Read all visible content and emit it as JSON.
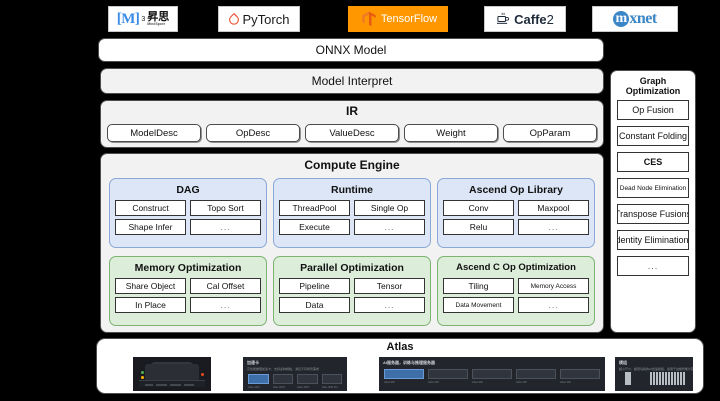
{
  "frameworks": [
    {
      "name": "mindspore",
      "label": "MindSpore",
      "mark": "[M]",
      "cn": "昇思",
      "cn_sub": "MindSpore"
    },
    {
      "name": "pytorch",
      "label": "PyTorch"
    },
    {
      "name": "tensorflow",
      "label": "TensorFlow",
      "color": "#ff9800"
    },
    {
      "name": "caffe2",
      "label": "Caffe",
      "suffix": "2"
    },
    {
      "name": "mxnet",
      "label": "mxnet",
      "initial": "m",
      "rest": "xnet",
      "color": "#3b86c6"
    }
  ],
  "onnx": {
    "label": "ONNX Model"
  },
  "model_interpret": {
    "label": "Model Interpret"
  },
  "ir": {
    "title": "IR",
    "items": [
      "ModelDesc",
      "OpDesc",
      "ValueDesc",
      "Weight",
      "OpParam"
    ]
  },
  "compute_engine": {
    "title": "Compute Engine",
    "groups": [
      {
        "title": "DAG",
        "style": "blue",
        "items": [
          "Construct",
          "Topo Sort",
          "Shape Infer",
          "..."
        ]
      },
      {
        "title": "Runtime",
        "style": "blue",
        "items": [
          "ThreadPool",
          "Single Op",
          "Execute",
          "..."
        ]
      },
      {
        "title": "Ascend Op Library",
        "style": "blue",
        "items": [
          "Conv",
          "Maxpool",
          "Relu",
          "..."
        ]
      },
      {
        "title": "Memory Optimization",
        "style": "green",
        "items": [
          "Share Object",
          "Cal Offset",
          "In Place",
          "..."
        ]
      },
      {
        "title": "Parallel Optimization",
        "style": "green",
        "items": [
          "Pipeline",
          "Tensor",
          "Data",
          "..."
        ]
      },
      {
        "title": "Ascend C Op Optimization",
        "style": "green",
        "items": [
          "Tiling",
          "Memory Access",
          "Data Movement",
          "..."
        ]
      }
    ]
  },
  "graph_optimization": {
    "title": "Graph Optimization",
    "items": [
      "Op Fusion",
      "Constant Folding",
      "CES",
      "Dead Node Elimination",
      "Transpose Fusions",
      "Identity Eliminations",
      "..."
    ]
  },
  "atlas": {
    "title": "Atlas",
    "thumbnails": [
      {
        "name": "atlas-device-photo",
        "caption": "",
        "subcaption": ""
      },
      {
        "name": "atlas-accelerator-card",
        "caption": "加速卡",
        "subcaption": "高性能推理加速卡，支持多种规格，满足不同场景需求"
      },
      {
        "name": "atlas-server-lineup",
        "caption": "AI服务器，训练与推理服务器",
        "subcaption": ""
      },
      {
        "name": "atlas-module",
        "caption": "模组",
        "subcaption": "超小尺寸、超低功耗的AI加速模组，适用于边缘智能计算场景"
      }
    ]
  },
  "colors": {
    "background": "#000000",
    "panel": "#f2f2f2",
    "blue_group": "#dde6f6",
    "blue_border": "#8aa8d8",
    "green_group": "#dcedda",
    "green_border": "#7bb36f",
    "brand_tensorflow": "#ff9800",
    "brand_mxnet": "#3b86c6",
    "brand_pytorch": "#ee4c2c"
  }
}
